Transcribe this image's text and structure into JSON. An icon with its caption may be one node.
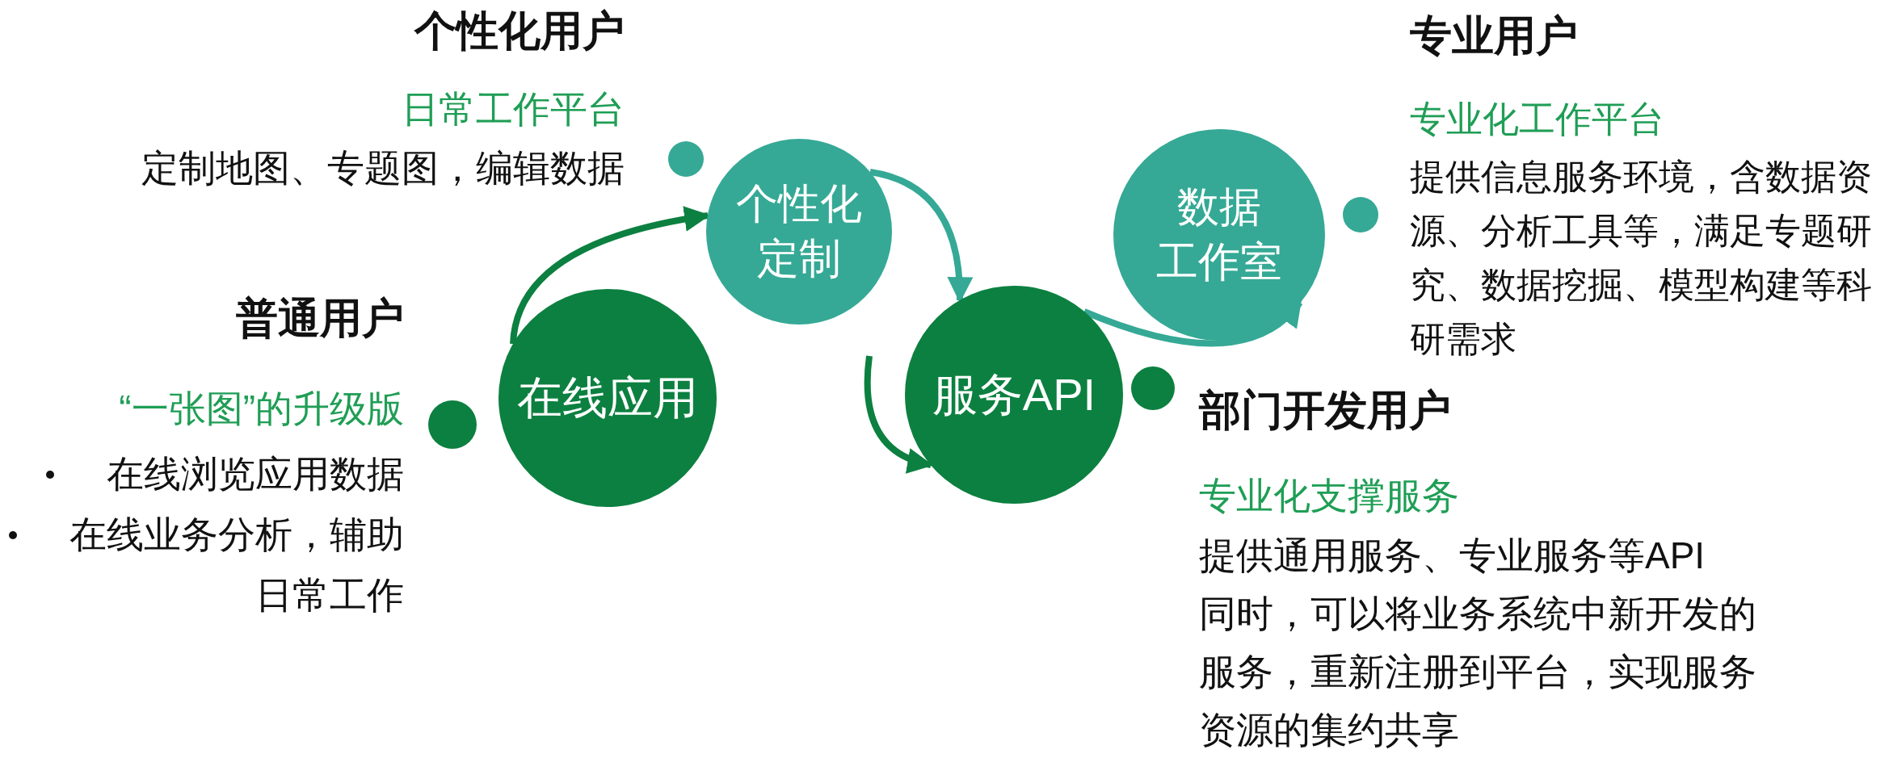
{
  "diagram": {
    "nodes": [
      {
        "text": [
          "在线应用"
        ]
      },
      {
        "text": [
          "个性化定制"
        ]
      },
      {
        "text": [
          "服务API"
        ]
      },
      {
        "text": [
          "数据工作室"
        ]
      },
      {
        "text": [],
        "shape": "circle"
      },
      {
        "text": [],
        "shape": "circle"
      },
      {
        "text": [],
        "shape": "circle"
      },
      {
        "text": [],
        "shape": "circle"
      }
    ],
    "edges": [
      {
        "from": 0,
        "to": 1,
        "arrow": "to",
        "color": "#0c8040"
      },
      {
        "from": 1,
        "to": 2,
        "arrow": "to",
        "color": "#35a995"
      },
      {
        "from": null,
        "to": 2,
        "arrow": "to",
        "color": "#0c8040"
      },
      {
        "from": 2,
        "to": 3,
        "arrow": "to",
        "color": "#35a995"
      }
    ],
    "labels": [
      "个性化用户",
      "日常工作平台",
      "定制地图、专题图，编辑数据",
      "专业用户",
      "专业化工作平台",
      "提供信息服务环境，含数据资源、分析工具等，满足专题研究、数据挖掘、模型构建等科研需求",
      "普通用户",
      "“一张图”的升级版",
      "在线浏览应用数据",
      "在线业务分析，辅助日常工作",
      "部门开发用户",
      "专业化支撑服务",
      "提供通用服务、专业服务等API",
      "同时，可以将业务系统中新开发的服务，重新注册到平台，实现服务资源的集约共享"
    ]
  }
}
